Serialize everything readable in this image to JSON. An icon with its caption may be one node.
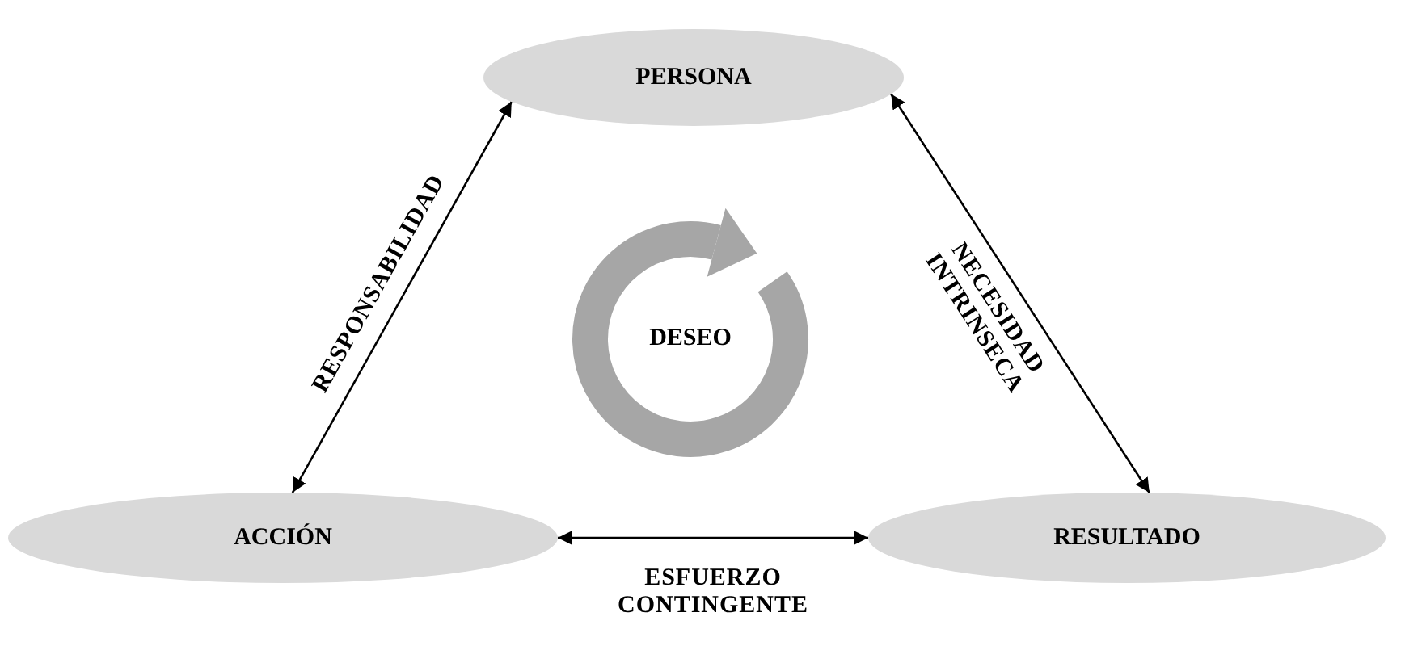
{
  "diagram": {
    "nodes": [
      {
        "text": [
          "PERSONA"
        ]
      },
      {
        "text": [
          "ACCIÓN"
        ]
      },
      {
        "text": [
          "RESULTADO"
        ]
      }
    ],
    "edges": [
      {
        "from": 0,
        "to": 1,
        "arrow": "both",
        "label": "RESPONSABILIDAD"
      },
      {
        "from": 0,
        "to": 2,
        "arrow": "both",
        "label": "NECESIDAD INTRINSECA"
      },
      {
        "from": 1,
        "to": 2,
        "arrow": "both",
        "label": "ESFUERZO CONTINGENTE"
      }
    ],
    "labels": [
      "DESEO"
    ]
  }
}
